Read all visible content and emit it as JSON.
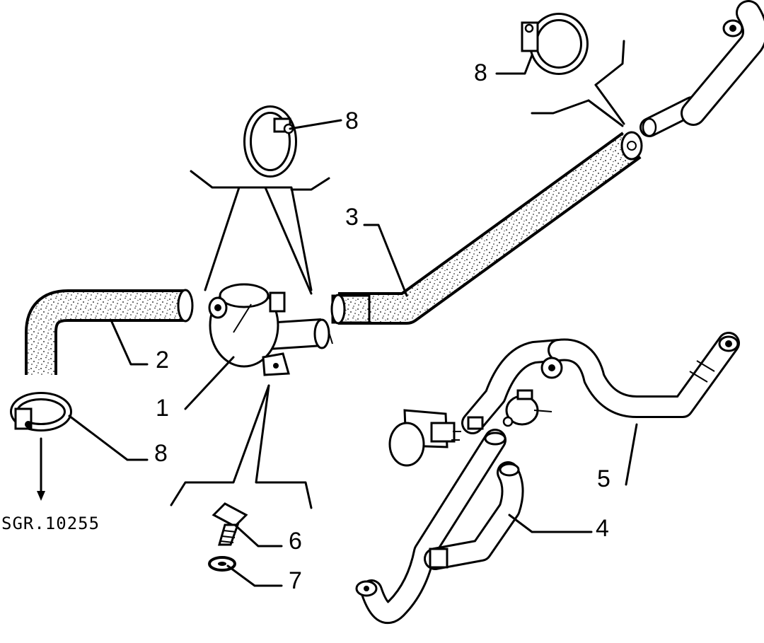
{
  "callouts": {
    "pump": "1",
    "hose_left": "2",
    "hose_right": "3",
    "hose_lower": "4",
    "hose_upper": "5",
    "bolt": "6",
    "washer": "7",
    "clamp_top_center": "8",
    "clamp_top_right": "8",
    "clamp_left": "8"
  },
  "reference": "SGR.10255",
  "colors": {
    "ink": "#000000",
    "paper": "#ffffff"
  }
}
